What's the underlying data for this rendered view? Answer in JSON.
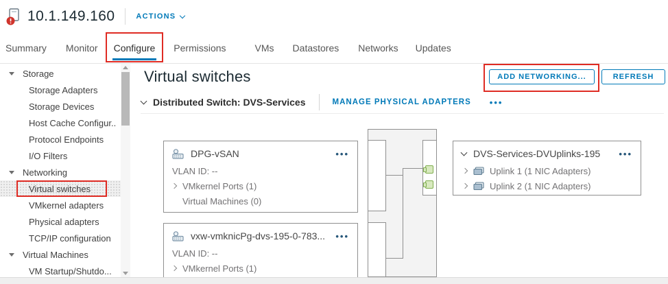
{
  "annotation": {
    "highlight_color": "#df2b23"
  },
  "header": {
    "host_ip": "10.1.149.160",
    "actions_label": "ACTIONS"
  },
  "tabs": [
    {
      "label": "Summary"
    },
    {
      "label": "Monitor"
    },
    {
      "label": "Configure"
    },
    {
      "label": "Permissions"
    },
    {
      "label": "VMs"
    },
    {
      "label": "Datastores"
    },
    {
      "label": "Networks"
    },
    {
      "label": "Updates"
    }
  ],
  "active_tab": "Configure",
  "sidebar": {
    "items": [
      {
        "label": "Storage",
        "type": "group"
      },
      {
        "label": "Storage Adapters",
        "type": "item"
      },
      {
        "label": "Storage Devices",
        "type": "item"
      },
      {
        "label": "Host Cache Configur..",
        "type": "item"
      },
      {
        "label": "Protocol Endpoints",
        "type": "item"
      },
      {
        "label": "I/O Filters",
        "type": "item"
      },
      {
        "label": "Networking",
        "type": "group"
      },
      {
        "label": "Virtual switches",
        "type": "item",
        "selected": true
      },
      {
        "label": "VMkernel adapters",
        "type": "item"
      },
      {
        "label": "Physical adapters",
        "type": "item"
      },
      {
        "label": "TCP/IP configuration",
        "type": "item"
      },
      {
        "label": "Virtual Machines",
        "type": "group"
      },
      {
        "label": "VM Startup/Shutdo...",
        "type": "item"
      }
    ]
  },
  "main": {
    "title": "Virtual switches",
    "add_networking_label": "ADD NETWORKING...",
    "refresh_label": "REFRESH",
    "section": {
      "title": "Distributed Switch: DVS-Services",
      "manage_link": "MANAGE PHYSICAL ADAPTERS"
    }
  },
  "icons": {
    "ellipsis": "•••"
  },
  "diagram": {
    "port_groups": [
      {
        "name": "DPG-vSAN",
        "vlan": "VLAN ID: --",
        "vmkernel_ports": "VMkernel Ports (1)",
        "virtual_machines": "Virtual Machines (0)"
      },
      {
        "name": "vxw-vmknicPg-dvs-195-0-783...",
        "vlan": "VLAN ID: --",
        "vmkernel_ports": "VMkernel Ports (1)"
      }
    ],
    "uplinks": {
      "name": "DVS-Services-DVUplinks-195",
      "items": [
        "Uplink 1 (1 NIC Adapters)",
        "Uplink 2 (1 NIC Adapters)"
      ]
    }
  }
}
